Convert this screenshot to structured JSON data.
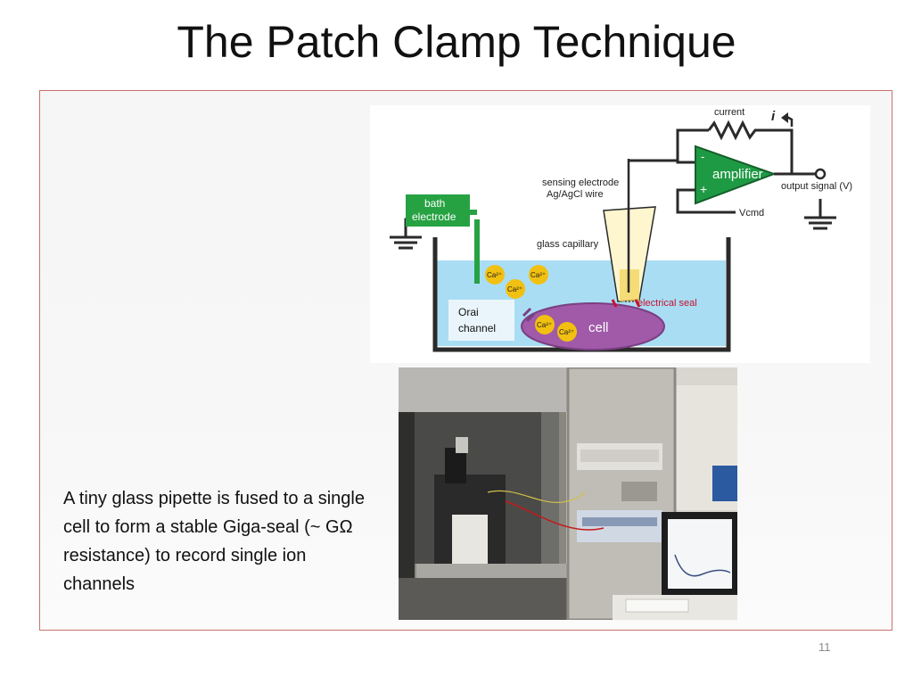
{
  "slide": {
    "title": "The Patch Clamp Technique",
    "body_text": "A tiny glass pipette is fused to a single cell to form a stable Giga-seal (~ GΩ resistance) to record single ion channels",
    "page_number": "11"
  },
  "diagram": {
    "labels": {
      "current": "current",
      "i": "i",
      "amplifier": "amplifier",
      "minus": "-",
      "plus": "+",
      "output_signal": "output signal (V)",
      "vcmd": "Vcmd",
      "sensing_line1": "sensing electrode",
      "sensing_line2": "Ag/AgCl wire",
      "bath_line1": "bath",
      "bath_line2": "electrode",
      "glass_capillary": "glass capillary",
      "electrical_seal": "electrical seal",
      "cell": "cell",
      "orai_line1": "Orai",
      "orai_line2": "channel",
      "ca_ion": "Ca²⁺"
    },
    "colors": {
      "bath_green": "#27a243",
      "amplifier_green": "#1f9a44",
      "solution_blue": "#a9ddf3",
      "cell_purple": "#a05aa8",
      "ion_yellow": "#f2c010",
      "seal_red": "#c8102e"
    }
  },
  "photo": {
    "description_icon": "lab-setup-photo"
  }
}
